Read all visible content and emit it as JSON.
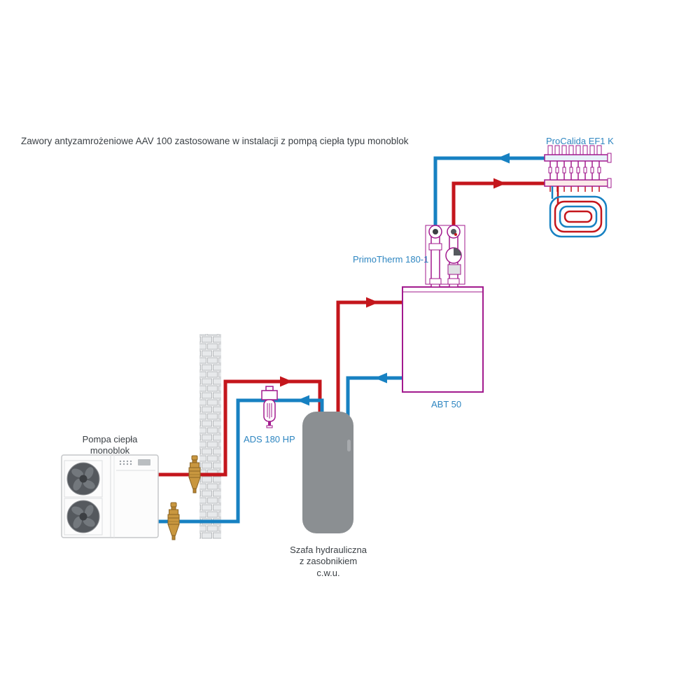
{
  "title": "Zawory antyzamrożeniowe AAV 100 zastosowane w instalacji z pompą ciepła typu monoblok",
  "labels": {
    "procalida": "ProCalida EF1 K",
    "primotherm": "PrimoTherm 180-1",
    "abt": "ABT 50",
    "ads": "ADS 180 HP",
    "heat_pump": "Pompa ciepła\nmonoblok",
    "cabinet": "Szafa hydrauliczna\nz zasobnikiem\nc.w.u."
  },
  "colors": {
    "hot_pipe": "#c4161c",
    "cold_pipe": "#1781c2",
    "component_outline": "#a21a8e",
    "valve_brass": "#c9973f",
    "tank_gray": "#8b8f92",
    "label_text": "#2e86c1",
    "title_text": "#3b4045"
  }
}
